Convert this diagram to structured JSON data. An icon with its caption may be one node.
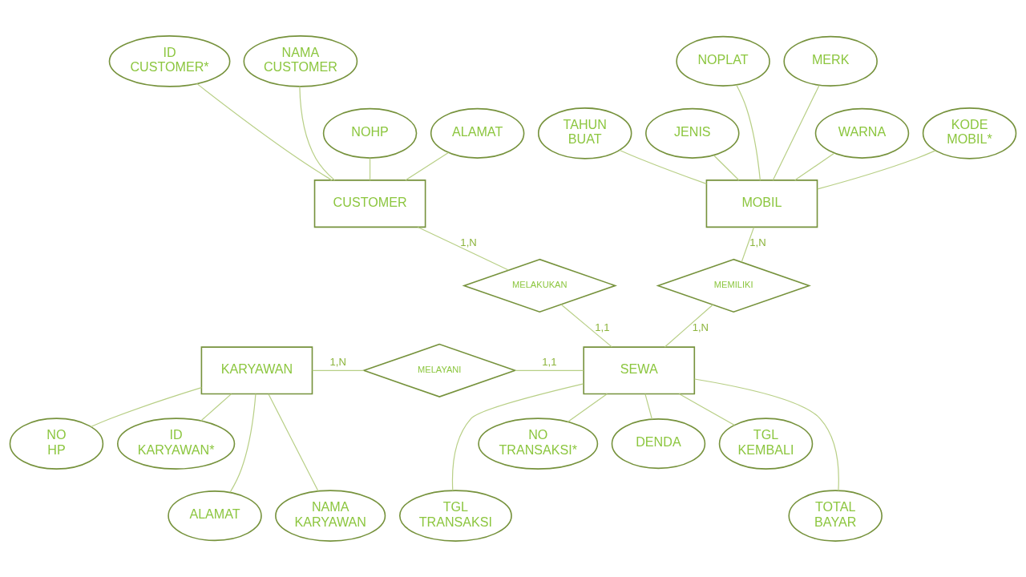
{
  "diagram": {
    "nodes": [
      {
        "text": [
          "ID CUSTOMER*"
        ]
      },
      {
        "text": [
          "NAMA CUSTOMER"
        ]
      },
      {
        "text": [
          "NOHP"
        ]
      },
      {
        "text": [
          "ALAMAT"
        ]
      },
      {
        "text": [
          "NOPLAT"
        ]
      },
      {
        "text": [
          "MERK"
        ]
      },
      {
        "text": [
          "WARNA"
        ]
      },
      {
        "text": [
          "KODE MOBIL*"
        ]
      },
      {
        "text": [
          "TAHUN BUAT"
        ]
      },
      {
        "text": [
          "JENIS"
        ]
      },
      {
        "text": [
          "CUSTOMER"
        ]
      },
      {
        "text": [
          "MOBIL"
        ]
      },
      {
        "text": [
          "MELAKUKAN"
        ]
      },
      {
        "text": [
          "MEMILIKI"
        ]
      },
      {
        "text": [
          "KARYAWAN"
        ]
      },
      {
        "text": [
          "MELAYANI"
        ]
      },
      {
        "text": [
          "SEWA"
        ]
      },
      {
        "text": [
          "NO HP"
        ]
      },
      {
        "text": [
          "ID KARYAWAN*"
        ]
      },
      {
        "text": [
          "NO TRANSAKSI*"
        ]
      },
      {
        "text": [
          "DENDA"
        ]
      },
      {
        "text": [
          "TGL KEMBALI"
        ]
      },
      {
        "text": [
          "ALAMAT"
        ]
      },
      {
        "text": [
          "NAMA KARYAWAN"
        ]
      },
      {
        "text": [
          "TOTAL BAYAR"
        ]
      },
      {
        "text": [
          "TGL TRANSAKSI"
        ]
      }
    ],
    "edges": [
      {
        "from": 0,
        "to": 10,
        "arrow": "none"
      },
      {
        "from": 1,
        "to": 10,
        "arrow": "none"
      },
      {
        "from": 2,
        "to": 10,
        "arrow": "none"
      },
      {
        "from": 3,
        "to": 10,
        "arrow": "none"
      },
      {
        "from": 4,
        "to": 11,
        "arrow": "none"
      },
      {
        "from": 5,
        "to": 11,
        "arrow": "none"
      },
      {
        "from": 6,
        "to": 11,
        "arrow": "none"
      },
      {
        "from": 7,
        "to": 11,
        "arrow": "none"
      },
      {
        "from": 8,
        "to": 11,
        "arrow": "none"
      },
      {
        "from": 9,
        "to": 11,
        "arrow": "none"
      },
      {
        "from": 10,
        "to": 12,
        "arrow": "none",
        "label": "1,N"
      },
      {
        "from": 11,
        "to": 13,
        "arrow": "none",
        "label": "1,N"
      },
      {
        "from": 12,
        "to": 16,
        "arrow": "none",
        "label": "1,1"
      },
      {
        "from": 13,
        "to": 16,
        "arrow": "none",
        "label": "1,N"
      },
      {
        "from": 14,
        "to": 15,
        "arrow": "none",
        "label": "1,N"
      },
      {
        "from": 15,
        "to": 16,
        "arrow": "none",
        "label": "1,1"
      },
      {
        "from": 14,
        "to": 17,
        "arrow": "none"
      },
      {
        "from": 14,
        "to": 18,
        "arrow": "none"
      },
      {
        "from": 14,
        "to": 22,
        "arrow": "none"
      },
      {
        "from": 14,
        "to": 23,
        "arrow": "none"
      },
      {
        "from": 16,
        "to": 19,
        "arrow": "none"
      },
      {
        "from": 16,
        "to": 20,
        "arrow": "none"
      },
      {
        "from": 16,
        "to": 21,
        "arrow": "none"
      },
      {
        "from": 16,
        "to": 24,
        "arrow": "none"
      },
      {
        "from": 16,
        "to": 25,
        "arrow": "none"
      }
    ]
  }
}
